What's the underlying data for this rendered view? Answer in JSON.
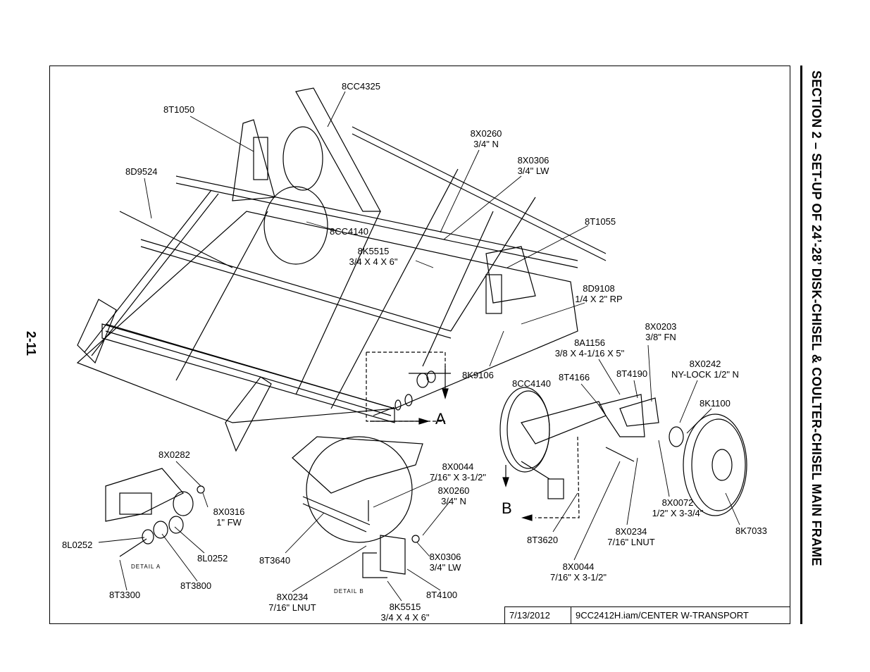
{
  "page_number": "2-11",
  "section_title": "SECTION 2 – SET-UP OF 24’-28’ DISK-CHISEL & COULTER-CHISEL MAIN FRAME",
  "footer": {
    "date": "7/13/2012",
    "file": "9CC2412H.iam/CENTER W-TRANSPORT"
  },
  "detail_letters": {
    "a": "A",
    "b": "B"
  },
  "detail_captions": {
    "a": "DETAIL A",
    "b": "DETAIL B"
  },
  "labels": {
    "cc4325": "8CC4325",
    "t1050": "8T1050",
    "x0260_top": "8X0260",
    "x0260_top_sub": "3/4\" N",
    "x0306_top": "8X0306",
    "x0306_top_sub": "3/4\" LW",
    "d9524": "8D9524",
    "t1055": "8T1055",
    "cc4140_top": "8CC4140",
    "k5515_top": "8K5515",
    "k5515_top_sub": "3/4 X 4 X 6\"",
    "d9108": "8D9108",
    "d9108_sub": "1/4 X 2\" RP",
    "x0203": "8X0203",
    "x0203_sub": "3/8\" FN",
    "a1156": "8A1156",
    "a1156_sub": "3/8 X 4-1/16 X 5\"",
    "x0242": "8X0242",
    "x0242_sub": "NY-LOCK 1/2\" N",
    "k9106": "8K9106",
    "cc4140_mid": "8CC4140",
    "t4166": "8T4166",
    "t4190": "8T4190",
    "k1100": "8K1100",
    "x0282": "8X0282",
    "x0044_top": "8X0044",
    "x0044_top_sub": "7/16\" X 3-1/2\"",
    "x0260_mid": "8X0260",
    "x0260_mid_sub": "3/4\" N",
    "x0316": "8X0316",
    "x0316_sub": "1\" FW",
    "x0072": "8X0072",
    "x0072_sub": "1/2\" X 3-3/4\"",
    "l0252_left": "8L0252",
    "l0252_right": "8L0252",
    "t3620": "8T3620",
    "x0234_right": "8X0234",
    "x0234_right_sub": "7/16\" LNUT",
    "k7033": "8K7033",
    "t3640": "8T3640",
    "x0306_mid": "8X0306",
    "x0306_mid_sub": "3/4\" LW",
    "t3800": "8T3800",
    "x0044_bot": "8X0044",
    "x0044_bot_sub": "7/16\" X 3-1/2\"",
    "t3300": "8T3300",
    "x0234_bot": "8X0234",
    "x0234_bot_sub": "7/16\" LNUT",
    "t4100": "8T4100",
    "k5515_bot": "8K5515",
    "k5515_bot_sub": "3/4 X 4 X 6\""
  }
}
